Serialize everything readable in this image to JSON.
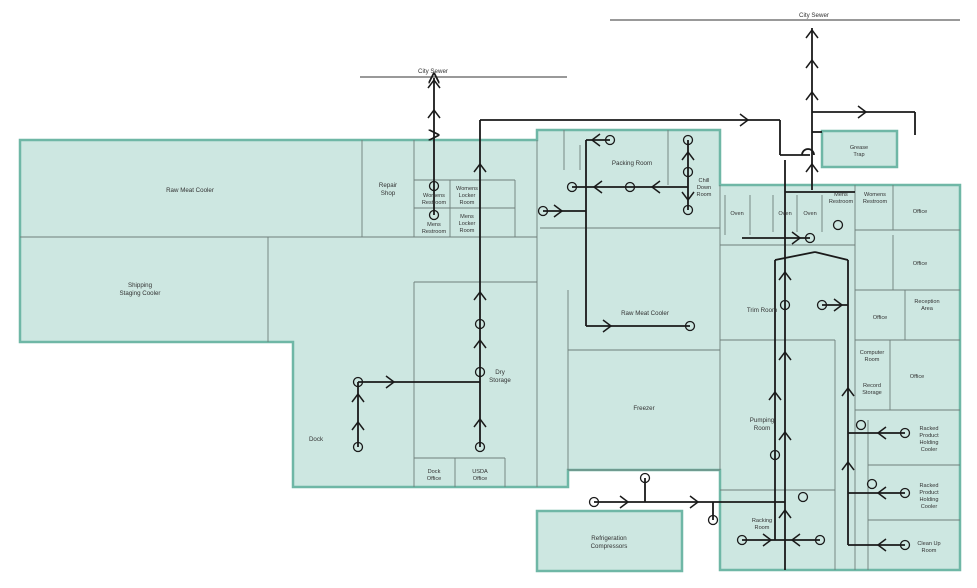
{
  "sewer": {
    "left_label": "City Sewer",
    "right_label": "City Sewer"
  },
  "rooms": {
    "raw_meat_cooler_main": "Raw Meat Cooler",
    "shipping": [
      "Shipping",
      "Staging Cooler"
    ],
    "repair": [
      "Repair",
      "Shop"
    ],
    "womens_restroom": [
      "Womens",
      "Restroom"
    ],
    "mens_restroom": [
      "Mens",
      "Restroom"
    ],
    "womens_locker": [
      "Womens",
      "Locker",
      "Room"
    ],
    "mens_locker": [
      "Mens",
      "Locker",
      "Room"
    ],
    "packing_room": "Packing Room",
    "chill_down": [
      "Chill",
      "Down",
      "Room"
    ],
    "grease_trap": [
      "Grease",
      "Trap"
    ],
    "oven1": "Oven",
    "oven2": "Oven",
    "oven3": "Oven",
    "mens_restroom_2": [
      "Mens",
      "Restroom"
    ],
    "womens_restroom_2": [
      "Womens",
      "Restroom"
    ],
    "office_1": "Office",
    "office_2": "Office",
    "office_3": "Office",
    "office_4": "Office",
    "reception": [
      "Reception",
      "Area"
    ],
    "computer_room": [
      "Computer",
      "Room"
    ],
    "record_storage": [
      "Record",
      "Storage"
    ],
    "raw_meat_cooler_2": "Raw Meat Cooler",
    "trim_room": "Trim Room",
    "dry_storage": [
      "Dry",
      "Storage"
    ],
    "freezer": "Freezer",
    "pumping_room": [
      "Pumping",
      "Room"
    ],
    "dock": "Dock",
    "dock_office": [
      "Dock",
      "Office"
    ],
    "usda_office": [
      "USDA",
      "Office"
    ],
    "racked_1": [
      "Racked",
      "Product",
      "Holding",
      "Cooler"
    ],
    "racked_2": [
      "Racked",
      "Product",
      "Holding",
      "Cooler"
    ],
    "racking_room": [
      "Racking",
      "Room"
    ],
    "clean_up": [
      "Clean Up",
      "Room"
    ],
    "refrigeration": [
      "Refrigeration",
      "Compressors"
    ]
  }
}
